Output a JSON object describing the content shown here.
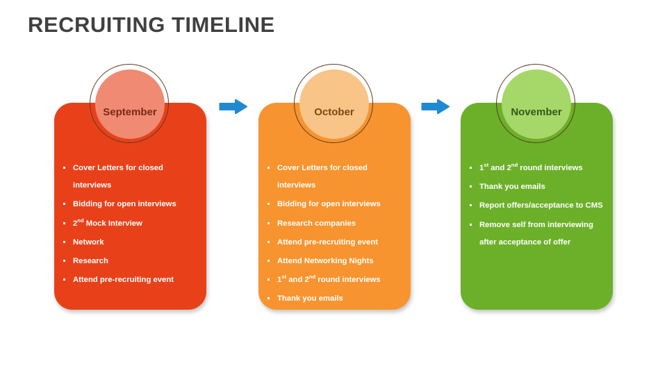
{
  "title": "RECRUITING TIMELINE",
  "colors": {
    "title": "#404040",
    "red_panel": "#E8411A",
    "orange_panel": "#F7942F",
    "green_panel": "#6CB02A",
    "salmon_circle": "#F08A72",
    "peach_circle": "#F9C487",
    "lime_circle": "#A5D868",
    "arrow_blue": "#1F8AD2",
    "circle_outline": "#5A3A23",
    "bullet_text": "#FFFFFF"
  },
  "columns": [
    {
      "month": "September",
      "items": [
        {
          "text": "Cover Letters for closed interviews"
        },
        {
          "text": "Bidding for open interviews"
        },
        {
          "pre": "2",
          "sup": "nd",
          "post": " Mock Interview"
        },
        {
          "text": "Network"
        },
        {
          "text": "Research"
        },
        {
          "text": "Attend pre-recruiting event"
        }
      ]
    },
    {
      "month": "October",
      "items": [
        {
          "text": "Cover Letters for closed interviews"
        },
        {
          "text": "Bidding for open interviews"
        },
        {
          "text": "Research companies"
        },
        {
          "text": "Attend pre-recruiting event"
        },
        {
          "text": "Attend Networking Nights"
        },
        {
          "pre": "1",
          "sup": "st",
          "mid": " and 2",
          "sup2": "nd",
          "post": " round interviews"
        },
        {
          "text": "Thank you emails"
        }
      ]
    },
    {
      "month": "November",
      "items": [
        {
          "pre": "1",
          "sup": "st",
          "mid": " and 2",
          "sup2": "nd",
          "post": " round interviews"
        },
        {
          "text": "Thank you emails"
        },
        {
          "text": "Report offers/acceptance to CMS"
        },
        {
          "text": "Remove self from interviewing after acceptance of offer"
        }
      ]
    }
  ],
  "arrows": [
    {
      "name": "arrow-september-to-october"
    },
    {
      "name": "arrow-october-to-november"
    }
  ]
}
